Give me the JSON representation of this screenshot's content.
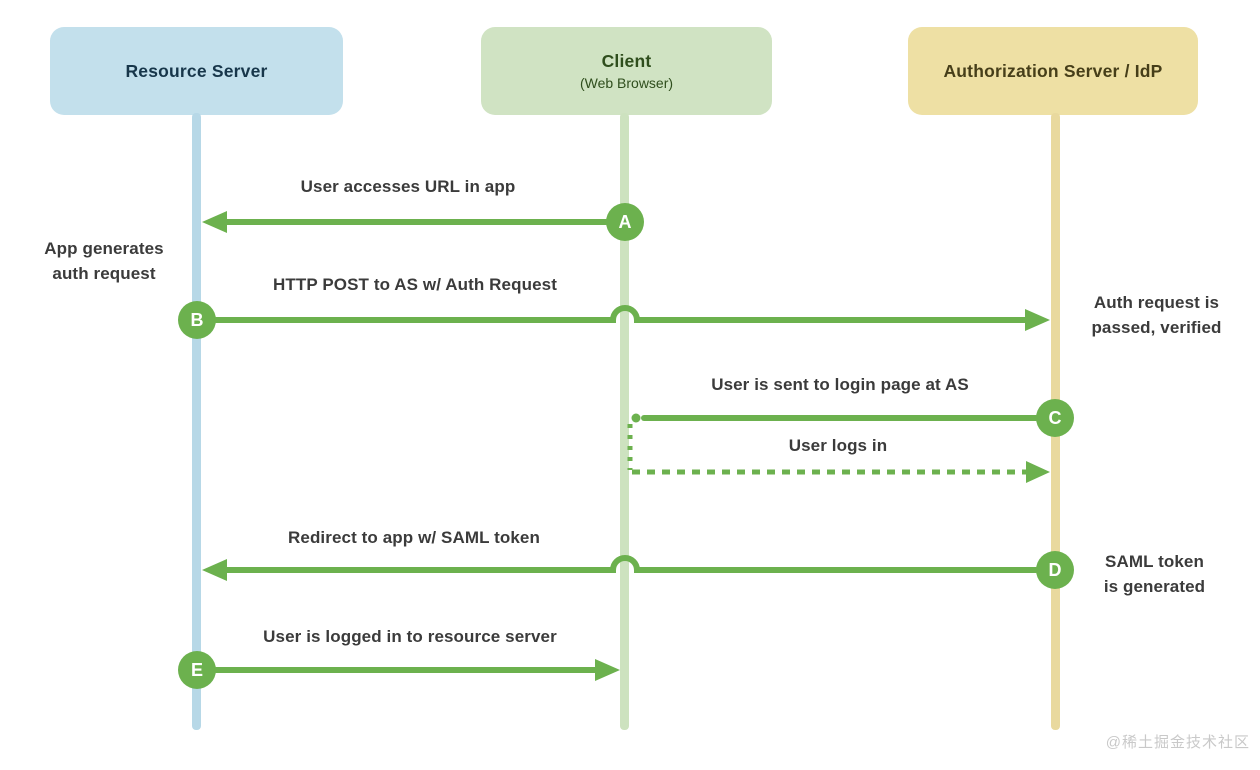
{
  "actors": {
    "resource": {
      "title": "Resource Server"
    },
    "client": {
      "title": "Client",
      "subtitle": "(Web Browser)"
    },
    "auth": {
      "title": "Authorization Server / IdP"
    }
  },
  "messages": {
    "a": {
      "id": "A",
      "label": "User accesses URL in app"
    },
    "b": {
      "id": "B",
      "label": "HTTP POST to AS w/ Auth Request"
    },
    "c": {
      "id": "C",
      "label": "User is sent to login page at AS"
    },
    "login": {
      "label": "User logs in"
    },
    "d": {
      "id": "D",
      "label": "Redirect to app w/ SAML token"
    },
    "e": {
      "id": "E",
      "label": "User is logged in to resource server"
    }
  },
  "notes": {
    "left_b": {
      "lines": [
        "App generates",
        "auth request"
      ]
    },
    "right_b": {
      "lines": [
        "Auth request is",
        "passed, verified"
      ]
    },
    "right_d": {
      "lines": [
        "SAML token",
        "is generated"
      ]
    }
  },
  "watermark": "@稀土掘金技术社区",
  "colors": {
    "arrow_green": "#6cb14e",
    "label_gray": "#3b3b3b",
    "resource_fill": "#c3e0ec",
    "client_fill": "#d0e3c3",
    "auth_fill": "#eee0a4",
    "resource_line": "#b7d8e7",
    "client_line": "#cde2bf",
    "auth_line": "#e9d99e",
    "resource_text": "#17364a",
    "client_text": "#2f4e1d",
    "auth_text": "#463e19",
    "watermark_gray": "#c9c9c9"
  }
}
